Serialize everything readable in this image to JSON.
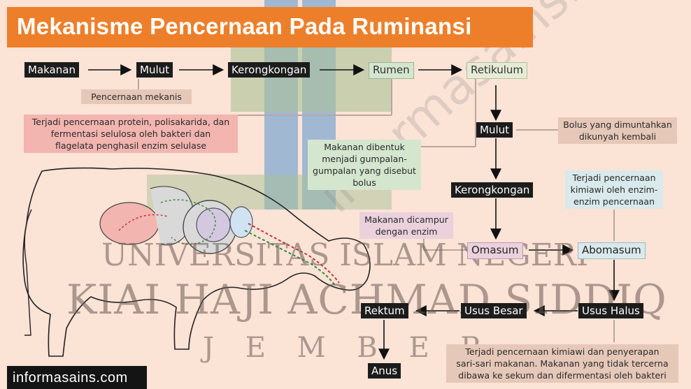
{
  "title": "Mekanisme Pencernaan Pada Ruminansi",
  "nodes": {
    "makanan": "Makanan",
    "mulut_1": "Mulut",
    "kerongkongan_1": "Kerongkongan",
    "rumen": "Rumen",
    "retikulum": "Retikulum",
    "mulut_2": "Mulut",
    "kerongkongan_2": "Kerongkongan",
    "omasum": "Omasum",
    "abomasum": "Abomasum",
    "usus_halus": "Usus Halus",
    "usus_besar": "Usus Besar",
    "rektum": "Rektum",
    "anus": "Anus"
  },
  "notes": {
    "pencernaan_mekanis": "Pencernaan mekanis",
    "rumen_note": [
      "Terjadi pencernaan protein, polisakarida, dan",
      "fermentasi selulosa oleh bakteri dan",
      "flagelata penghasil enzim selulase"
    ],
    "retikulum_note": [
      "Makanan dibentuk",
      "menjadi gumpalan-",
      "gumpalan yang disebut",
      "bolus"
    ],
    "bolus_note": [
      "Bolus yang dimuntahkan",
      "dikunyah kembali"
    ],
    "omasum_note": [
      "Makanan dicampur",
      "dengan enzim"
    ],
    "abomasum_note": [
      "Terjadi pencernaan",
      "kimiawi oleh enzim-",
      "enzim pencernaan"
    ],
    "usus_note": [
      "Terjadi pencernaan kimiawi dan penyerapan",
      "sari-sari makanan. Makanan yang tidak tercerna",
      "dibawa ke sekum dan difermentasi oleh bakteri"
    ]
  },
  "footer": "informasains.com",
  "watermark": {
    "line1": "UNIVERSITAS ISLAM NEGERI",
    "line2": "KIAI HAJI ACHMAD SIDDIQ",
    "line3": "J E M B E R",
    "diagonal": "informasains.com"
  },
  "colors": {
    "title_bg": "#ee7f2a",
    "background": "#fbe3d6",
    "node_dark": "#1c1c1c",
    "rumen_pink": "#f2b5b0",
    "retikulum_green": "#d5e6cf",
    "omasum_pink": "#ead1dc",
    "abomasum_blue": "#d9e9ec",
    "note_tan": "#e6c8b8"
  }
}
